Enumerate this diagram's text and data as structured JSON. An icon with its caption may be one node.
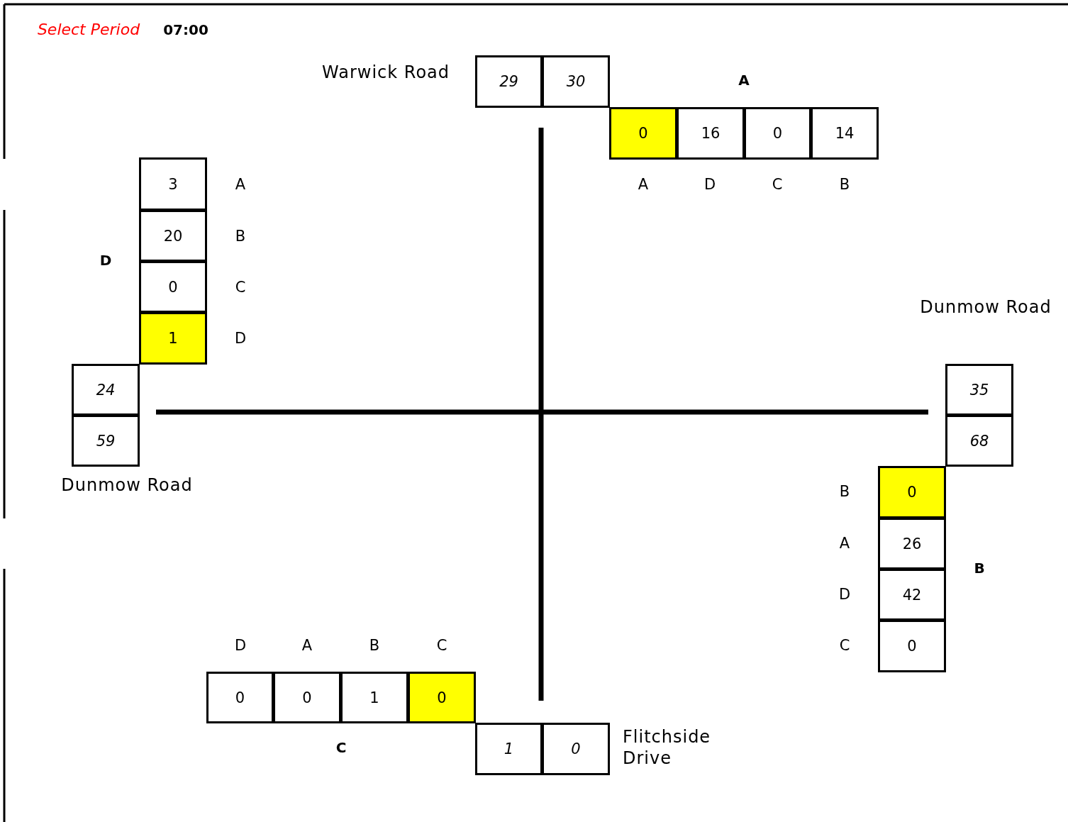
{
  "diagram": {
    "nodes": [
      {
        "text": [
          "29"
        ]
      },
      {
        "text": [
          "30"
        ]
      },
      {
        "text": [
          "0"
        ]
      },
      {
        "text": [
          "16"
        ]
      },
      {
        "text": [
          "0"
        ]
      },
      {
        "text": [
          "14"
        ]
      },
      {
        "text": [
          "3"
        ]
      },
      {
        "text": [
          "20"
        ]
      },
      {
        "text": [
          "0"
        ]
      },
      {
        "text": [
          "1"
        ]
      },
      {
        "text": [
          "24"
        ]
      },
      {
        "text": [
          "59"
        ]
      },
      {
        "text": [
          "35"
        ]
      },
      {
        "text": [
          "68"
        ]
      },
      {
        "text": [
          "0"
        ]
      },
      {
        "text": [
          "26"
        ]
      },
      {
        "text": [
          "42"
        ]
      },
      {
        "text": [
          "0"
        ]
      },
      {
        "text": [
          "0"
        ]
      },
      {
        "text": [
          "0"
        ]
      },
      {
        "text": [
          "1"
        ]
      },
      {
        "text": [
          "0"
        ]
      },
      {
        "text": [
          "1"
        ]
      },
      {
        "text": [
          "0"
        ]
      }
    ],
    "edges": [],
    "labels": [
      "Select Period",
      "07:00",
      "Warwick Road",
      "A",
      "A",
      "A",
      "D",
      "C",
      "B",
      "B",
      "D",
      "C",
      "Dunmow Road",
      "D",
      "Dunmow Road",
      "B",
      "A",
      "B",
      "D",
      "D",
      "A",
      "B",
      "C",
      "C",
      "C",
      "Flitchside Drive"
    ]
  }
}
